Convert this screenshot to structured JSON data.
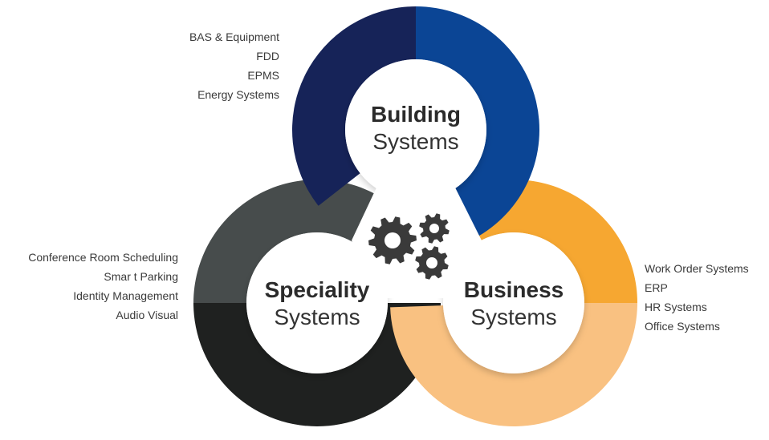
{
  "diagram": {
    "building": {
      "title_bold": "Building",
      "title_light": "Systems",
      "items": [
        "BAS & Equipment",
        "FDD",
        "EPMS",
        "Energy Systems"
      ],
      "colors": {
        "left": "#162358",
        "right": "#0b4595"
      }
    },
    "speciality": {
      "title_bold": "Speciality",
      "title_light": "Systems",
      "items": [
        "Conference Room Scheduling",
        "Smar t Parking",
        "Identity Management",
        "Audio Visual"
      ],
      "colors": {
        "top": "#474c4c",
        "bottom": "#1f2120"
      }
    },
    "business": {
      "title_bold": "Business",
      "title_light": "Systems",
      "items": [
        "Work Order Systems",
        "ERP",
        "HR Systems",
        "Office Systems"
      ],
      "colors": {
        "top": "#f6a731",
        "bottom": "#f9c181"
      }
    },
    "gears_icon_color": "#3a3a3a",
    "gears_icon": "gears-icon"
  }
}
